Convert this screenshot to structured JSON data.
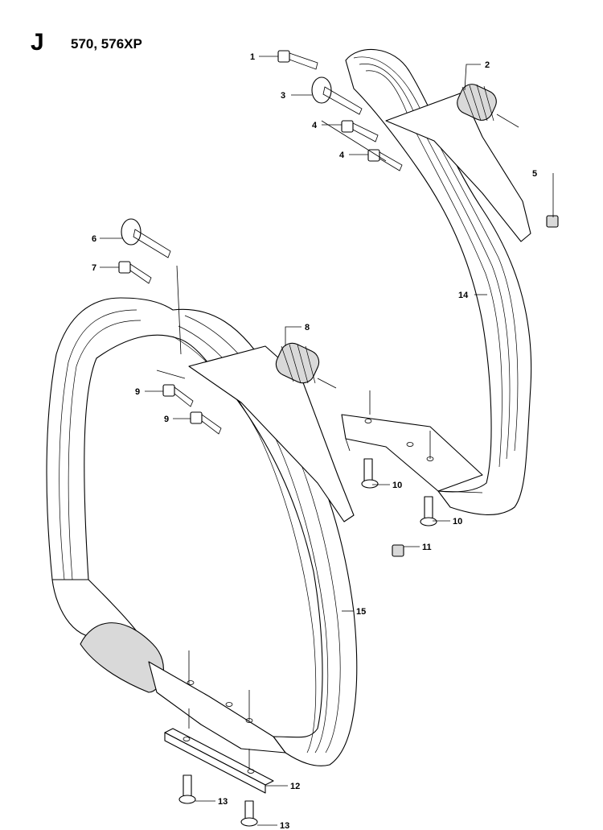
{
  "header": {
    "section_letter": "J",
    "models": "570, 576XP"
  },
  "callouts": [
    {
      "id": "c1",
      "label": "1"
    },
    {
      "id": "c2",
      "label": "2"
    },
    {
      "id": "c3",
      "label": "3"
    },
    {
      "id": "c4a",
      "label": "4"
    },
    {
      "id": "c4b",
      "label": "4"
    },
    {
      "id": "c5",
      "label": "5"
    },
    {
      "id": "c6",
      "label": "6"
    },
    {
      "id": "c7",
      "label": "7"
    },
    {
      "id": "c8",
      "label": "8"
    },
    {
      "id": "c9a",
      "label": "9"
    },
    {
      "id": "c9b",
      "label": "9"
    },
    {
      "id": "c10a",
      "label": "10"
    },
    {
      "id": "c10b",
      "label": "10"
    },
    {
      "id": "c11",
      "label": "11"
    },
    {
      "id": "c12",
      "label": "12"
    },
    {
      "id": "c13a",
      "label": "13"
    },
    {
      "id": "c13b",
      "label": "13"
    },
    {
      "id": "c14",
      "label": "14"
    },
    {
      "id": "c15",
      "label": "15"
    }
  ]
}
